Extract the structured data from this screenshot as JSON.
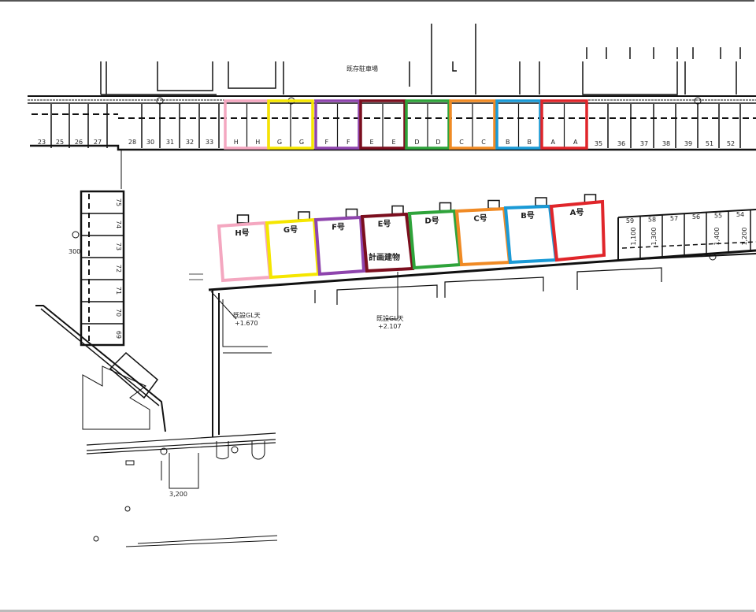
{
  "plan": {
    "top_area_label": "既存駐車場",
    "top_row_numbers_left": [
      "23",
      "25",
      "26",
      "27",
      "28",
      "30",
      "31",
      "32",
      "33"
    ],
    "top_row_numbers_right": [
      "35",
      "36",
      "37",
      "38",
      "39",
      "51",
      "52"
    ],
    "left_column_numbers": [
      "75",
      "74",
      "73",
      "72",
      "71",
      "70",
      "69"
    ],
    "right_row_numbers": [
      "59",
      "58",
      "57",
      "56",
      "55",
      "54"
    ],
    "right_row_dims": [
      "1,100",
      "1,300",
      "1,400",
      "1,200"
    ],
    "building_note": "計画建物",
    "gl_note_left": {
      "label": "既設GL天",
      "value": "+1.670"
    },
    "gl_note_center": {
      "label": "既設GL天",
      "value": "+2.107"
    },
    "dim_bottom": "3,200",
    "dim_left": "300",
    "units": [
      {
        "id": "H",
        "label": "H号",
        "stall": "H",
        "color": "#f4a7c0"
      },
      {
        "id": "G",
        "label": "G号",
        "stall": "G",
        "color": "#f5e600"
      },
      {
        "id": "F",
        "label": "F号",
        "stall": "F",
        "color": "#8e44ad"
      },
      {
        "id": "E",
        "label": "E号",
        "stall": "E",
        "color": "#7b0e1e"
      },
      {
        "id": "D",
        "label": "D号",
        "stall": "D",
        "color": "#2ea33a"
      },
      {
        "id": "C",
        "label": "C号",
        "stall": "C",
        "color": "#f08a24"
      },
      {
        "id": "B",
        "label": "B号",
        "stall": "B",
        "color": "#1a9ad6"
      },
      {
        "id": "A",
        "label": "A号",
        "stall": "A",
        "color": "#e0252a"
      }
    ]
  }
}
